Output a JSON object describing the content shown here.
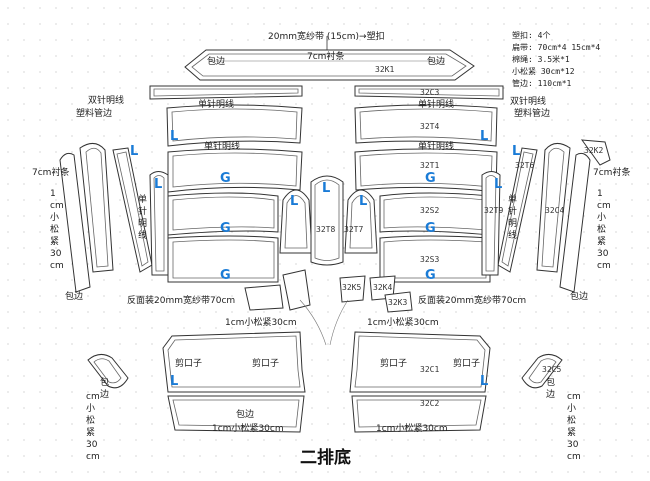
{
  "top_label": "20mm宽纱带 (15cm)→塑扣",
  "lining_top": "7cm衬条",
  "specs": [
    "塑扣: 4个",
    "扁带: 70cm*4  15cm*4",
    "棉绳: 3.5米*1",
    "小松紧 30cm*12",
    "管边: 110cm*1"
  ],
  "baobian": "包边",
  "label_32K1": "32K1",
  "label_32C3": "32C3",
  "label_32T4": "32T4",
  "label_32T1": "32T1",
  "label_32S2": "32S2",
  "label_32S3": "32S3",
  "label_32T8": "32T8",
  "label_32T7": "32T7",
  "label_32T9": "32T9",
  "label_32T6": "32T6",
  "label_32K2": "32K2",
  "label_32C4": "32C4",
  "label_32K5": "32K5",
  "label_32K4": "32K4",
  "label_32K3": "32K3",
  "label_32C1": "32C1",
  "label_32C2": "32C2",
  "label_32C5": "32C5",
  "single_needle": "单针明线",
  "double_needle": "双针明线",
  "plastic_piping": "塑料管边",
  "lining_7cm": "7cm衬条",
  "lining_7cm_right": "7cm衬条",
  "single_vertical": [
    "单",
    "针",
    "明",
    "线"
  ],
  "elastic_vertical": [
    "1",
    "cm",
    "小",
    "松",
    "紧",
    "30",
    "cm"
  ],
  "elastic_vertical_right": [
    "1",
    "cm",
    "小",
    "松",
    "紧",
    "30",
    "cm"
  ],
  "reverse_tape_left": "反面装20mm宽纱带70cm",
  "reverse_tape_right": "反面装20mm宽纱带70cm",
  "elastic_1cm": "1cm小松紧30cm",
  "cut_notch": "剪口子",
  "bottom_elastic": "1cm小松紧30cm",
  "side_bottom_left": [
    "包",
    "边",
    "cm",
    "小",
    "松",
    "紧",
    "30",
    "cm"
  ],
  "side_bottom_right": [
    "包",
    "边",
    "cm",
    "小",
    "松",
    "紧",
    "30",
    "cm"
  ],
  "marker_L": "L",
  "marker_G": "G",
  "title": "二排底"
}
